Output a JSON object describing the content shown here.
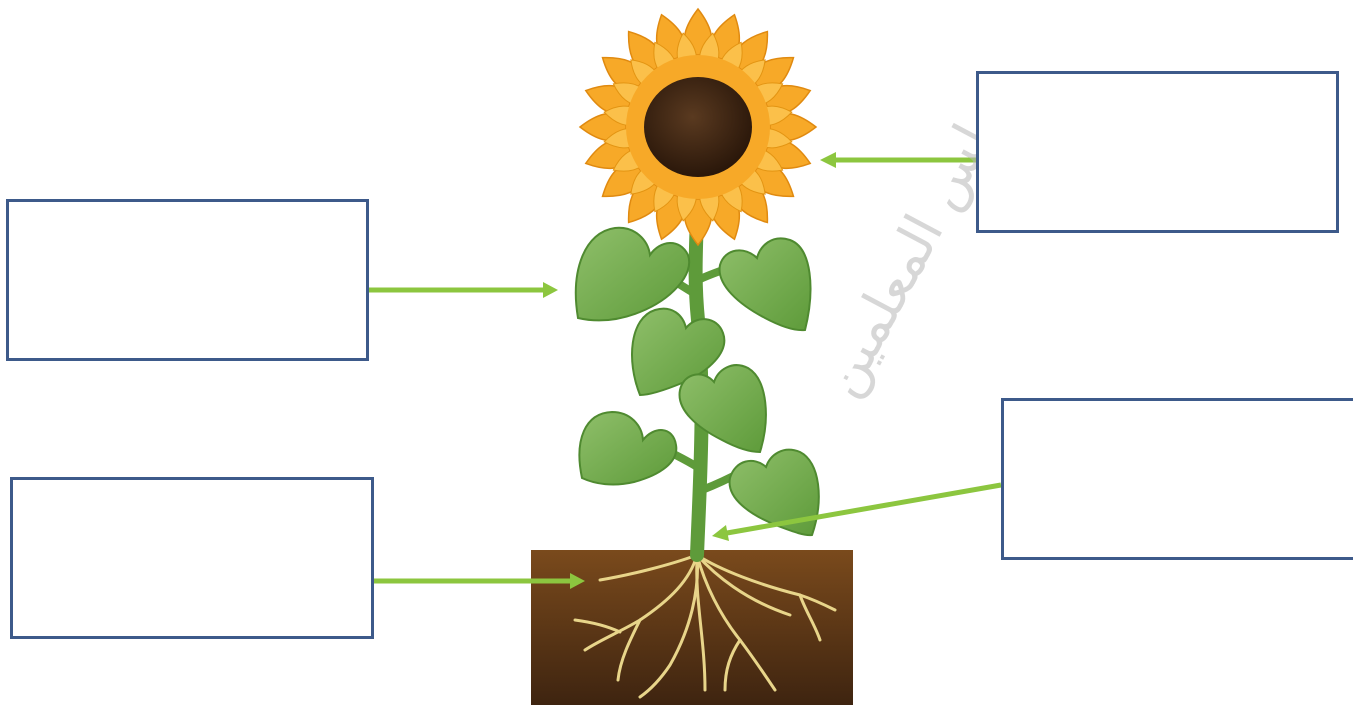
{
  "diagram": {
    "labels": [
      {
        "id": "flower",
        "text": ""
      },
      {
        "id": "leaf",
        "text": ""
      },
      {
        "id": "stem",
        "text": ""
      },
      {
        "id": "root",
        "text": ""
      }
    ],
    "watermark_text": "مجلس المعلمين",
    "colors": {
      "box_border": "#3d5a8a",
      "arrow": "#8cc63f",
      "petal": "#f7a928",
      "petal_light": "#fbc04a",
      "center": "#3a2414",
      "leaf": "#6aa84f",
      "leaf_light": "#8fbf6a",
      "stem": "#5e9b3a",
      "soil_top": "#7a4a1c",
      "soil_bottom": "#3e2410",
      "root": "#e8d58a"
    }
  }
}
